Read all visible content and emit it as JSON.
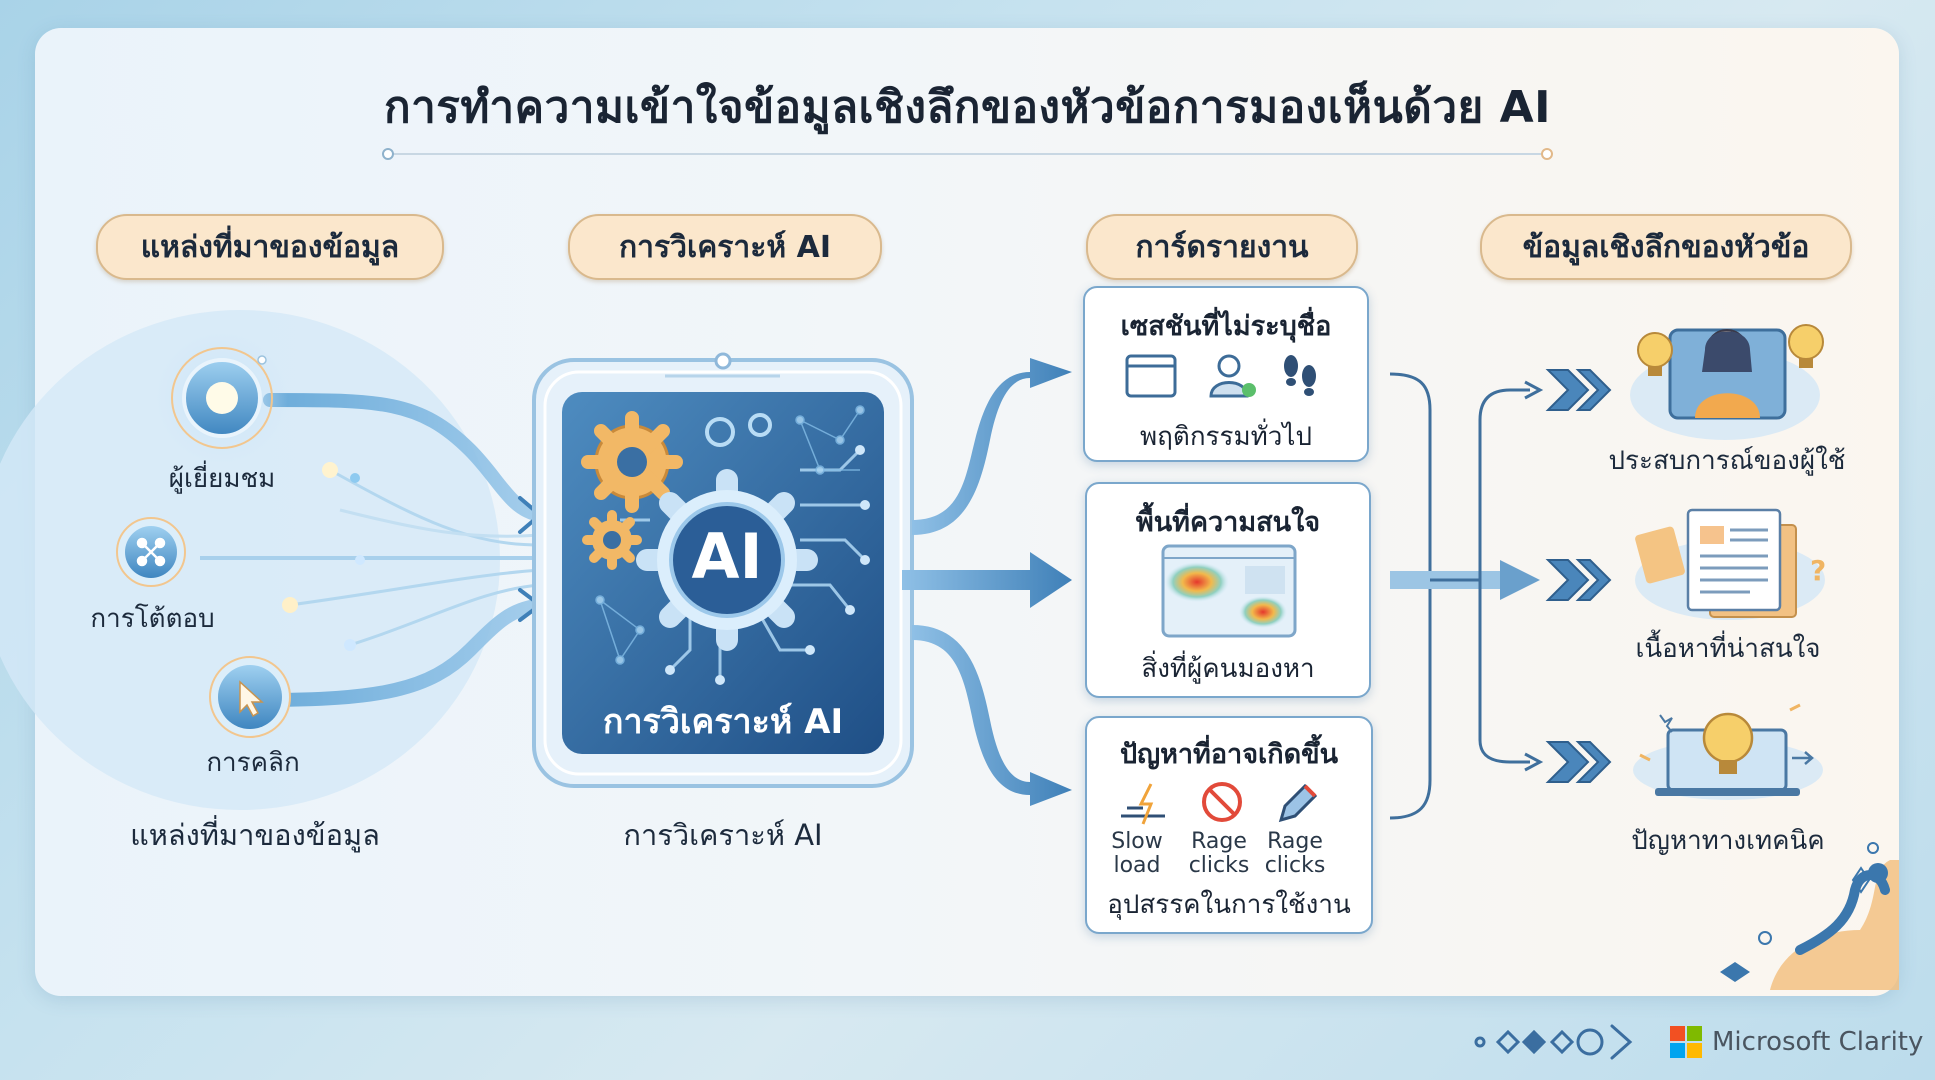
{
  "title": "การทำความเข้าใจข้อมูลเชิงลึกของหัวข้อการมองเห็นด้วย AI",
  "columns": {
    "sources": "แหล่งที่มาของข้อมูล",
    "analysis": "การวิเคราะห์ AI",
    "reports": "การ์ดรายงาน",
    "insights": "ข้อมูลเชิงลึกของหัวข้อ"
  },
  "sources": {
    "items": [
      "ผู้เยี่ยมชม",
      "การโต้ตอบ",
      "การคลิก"
    ],
    "caption": "แหล่งที่มาของข้อมูล"
  },
  "analysis": {
    "chip_text": "AI",
    "screen_label": "การวิเคราะห์ AI",
    "caption": "การวิเคราะห์ AI"
  },
  "cards": [
    {
      "title": "เซสชันที่ไม่ระบุชื่อ",
      "subtitle": "พฤติกรรมทั่วไป"
    },
    {
      "title": "พื้นที่ความสนใจ",
      "subtitle": "สิ่งที่ผู้คนมองหา"
    },
    {
      "title": "ปัญหาที่อาจเกิดขึ้น",
      "subtitle": "อุปสรรคในการใช้งาน",
      "issues": [
        {
          "line1": "Slow",
          "line2": "load"
        },
        {
          "line1": "Rage",
          "line2": "clicks"
        },
        {
          "line1": "Rage",
          "line2": "clicks"
        }
      ]
    }
  ],
  "insights": [
    "ประสบการณ์ของผู้ใช้",
    "เนื้อหาที่น่าสนใจ",
    "ปัญหาทางเทคนิค"
  ],
  "brand": {
    "name": "Microsoft Clarity"
  },
  "colors": {
    "accent_blue": "#2f6fa5",
    "pill_fill": "#fbe7cc",
    "bulb": "#f2c14e",
    "ms_red": "#f25022",
    "ms_green": "#7fba00",
    "ms_blue": "#00a4ef",
    "ms_yellow": "#ffb900"
  }
}
